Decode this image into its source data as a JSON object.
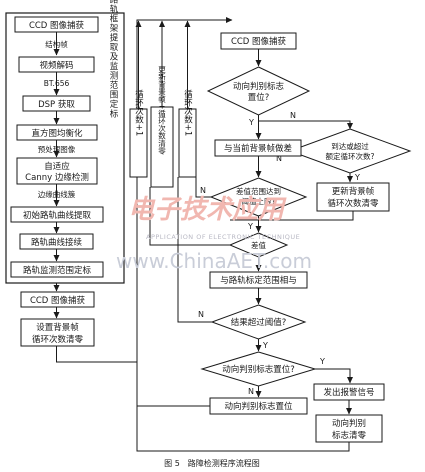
{
  "left": {
    "ccd_capture": "CCD 图像捕获",
    "structure_frame": "结构帧",
    "video_decode": "视频解码",
    "bt656": "BT.656",
    "dsp_acquire": "DSP 获取",
    "hist_eq": "直方图均衡化",
    "preprocessed": "预处理图像",
    "canny_1": "自适应",
    "canny_2": "Canny 边缘检测",
    "edge_cluster": "边缘曲线簇",
    "init_extract": "初始路轨曲线提取",
    "track_connect": "路轨曲线接续",
    "range_define": "路轨监测范围定标",
    "frame_label": "路轨框架提取及监测范围定标",
    "ccd_capture_2": "CCD 图像捕获",
    "set_bg_1": "设置背景帧",
    "set_bg_2": "循环次数清零"
  },
  "middle": {
    "loop_plus_a": "循环次数+1",
    "update_bg_clear": "更新背景帧+循环次数清零",
    "loop_plus_b": "循环次数+1"
  },
  "right": {
    "ccd_capture": "CCD 图像捕获",
    "flag_set_q_1": "动向判别标志",
    "flag_set_q_2": "置位?",
    "reach_q_1": "到达或超过",
    "reach_q_2": "额定循环次数?",
    "diff_bg": "与当前背景帧做差",
    "update_bg_1": "更新背景帧",
    "update_bg_2": "循环次数清零",
    "diff_thresh_q_1": "差值范围达到",
    "diff_thresh_q_2": "阈值上限?",
    "diff_thresh_q_3": "差值",
    "and_range": "与路轨标定范围相与",
    "result_q": "结果超过阈值?",
    "flag_set_q2_1": "动向判别标志置位?",
    "alarm": "发出报警信号",
    "set_flag": "动向判别标志置位",
    "clear_flag_1": "动向判别",
    "clear_flag_2": "标志清零"
  },
  "labels": {
    "yes": "Y",
    "no": "N"
  },
  "watermark": {
    "brand_glyphs": "电子技术应用",
    "brand_sub": "APPLICATION OF ELECTRONIC TECHNIQUE",
    "url": "www.ChinaAET.com"
  },
  "caption": "图 5　路障检测程序流程图"
}
